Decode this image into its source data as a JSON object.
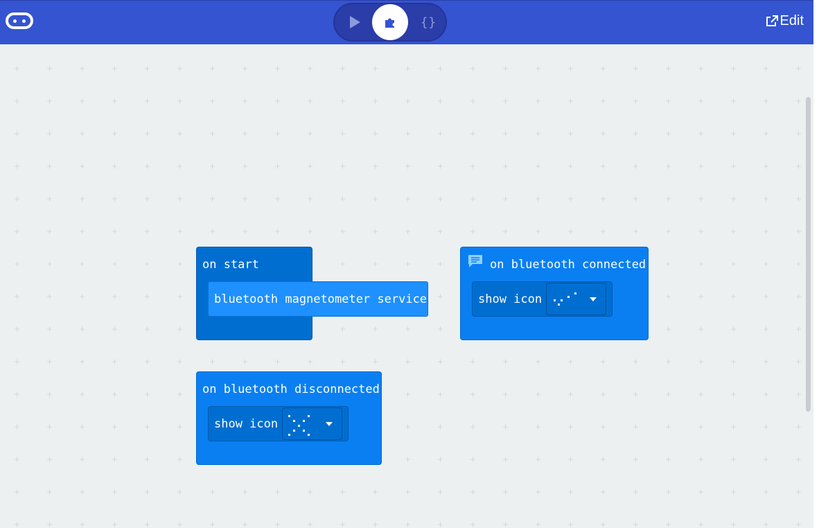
{
  "header": {
    "mode_simulator": "simulator",
    "mode_blocks": "blocks",
    "mode_javascript": "{}",
    "edit_label": "Edit",
    "accent": "#3454D1"
  },
  "blocks": {
    "on_start": {
      "label": "on start",
      "child": "bluetooth magnetometer service"
    },
    "on_connected": {
      "label": "on bluetooth connected",
      "child_label": "show icon",
      "icon": "small-diamond-pattern-icon"
    },
    "on_disconnected": {
      "label": "on bluetooth disconnected",
      "child_label": "show icon",
      "icon": "x-pattern-icon"
    }
  },
  "colors": {
    "event_block": "#006ed1",
    "statement_block": "#1e90ff",
    "workspace_bg": "#ecf0f1"
  }
}
